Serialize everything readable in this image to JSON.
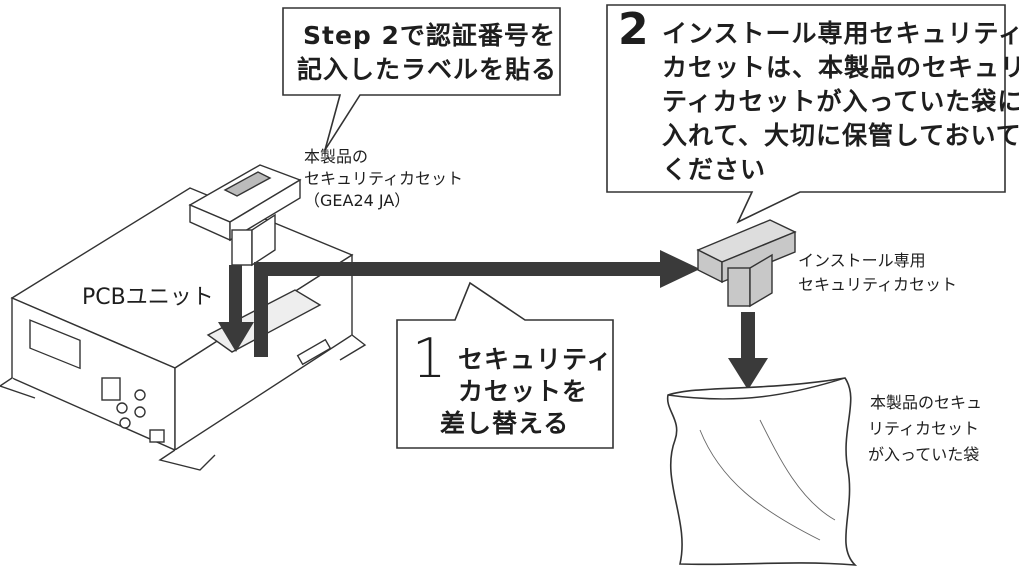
{
  "callout_top": {
    "line1": "Step 2で認証番号を",
    "line2": "記入したラベルを貼る"
  },
  "callout_right": {
    "number": "2",
    "line1": "インストール専用セキュリティ",
    "line2": "カセットは、本製品のセキュリ",
    "line3": "ティカセットが入っていた袋に",
    "line4": "入れて、大切に保管しておいて",
    "line5": "ください"
  },
  "callout_step1": {
    "number": "1",
    "line1": "セキュリティ",
    "line2": "カセットを",
    "line3": "差し替える"
  },
  "labels": {
    "product_cassette_1": "本製品の",
    "product_cassette_2": "セキュリティカセット",
    "product_cassette_3": "（GEA24 JA）",
    "pcb_unit": "PCBユニット",
    "install_cassette_1": "インストール専用",
    "install_cassette_2": "セキュリティカセット",
    "bag_1": "本製品のセキュ",
    "bag_2": "リティカセット",
    "bag_3": "が入っていた袋"
  },
  "colors": {
    "ink": "#1e1e1e",
    "arrow": "#3a3a3a",
    "cassette_gray": "#c8c8c8"
  }
}
